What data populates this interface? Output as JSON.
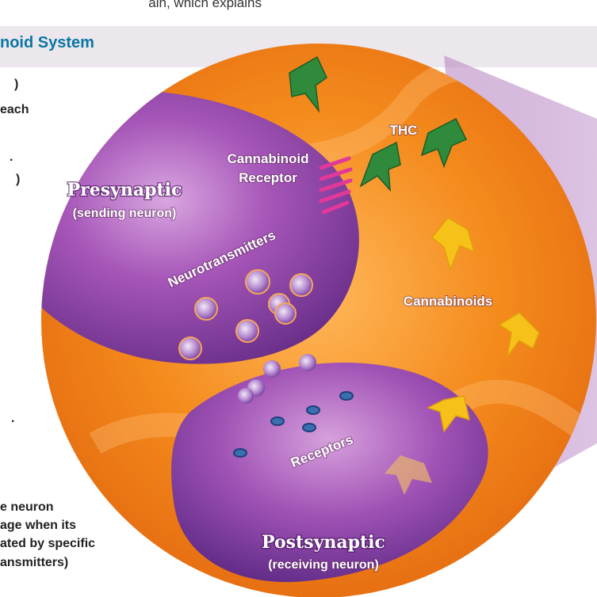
{
  "header": {
    "top_fragment": "ain, which explains",
    "section_title": "noid System"
  },
  "left_fragments": [
    ")",
    "each",
    ".",
    ")",
    "."
  ],
  "bottom_fragments": [
    "e neuron",
    "age when its",
    "ated by specific",
    "ansmitters)"
  ],
  "labels": {
    "thc": "THC",
    "cannabinoid_receptor_1": "Cannabinoid",
    "cannabinoid_receptor_2": "Receptor",
    "presynaptic": "Presynaptic",
    "presynaptic_sub": "(sending neuron)",
    "neurotransmitters": "Neurotransmitters",
    "cannabinoids": "Cannabinoids",
    "receptors": "Receptors",
    "postsynaptic": "Postsynaptic",
    "postsynaptic_sub": "(receiving neuron)"
  },
  "colors": {
    "orange": "#f48a1c",
    "purple": "#8b3aa3",
    "thc_green": "#2f8a3c",
    "cannabinoid_yellow": "#f6c21a",
    "receptor_pink": "#e2389a",
    "title_blue": "#0a76a3"
  }
}
